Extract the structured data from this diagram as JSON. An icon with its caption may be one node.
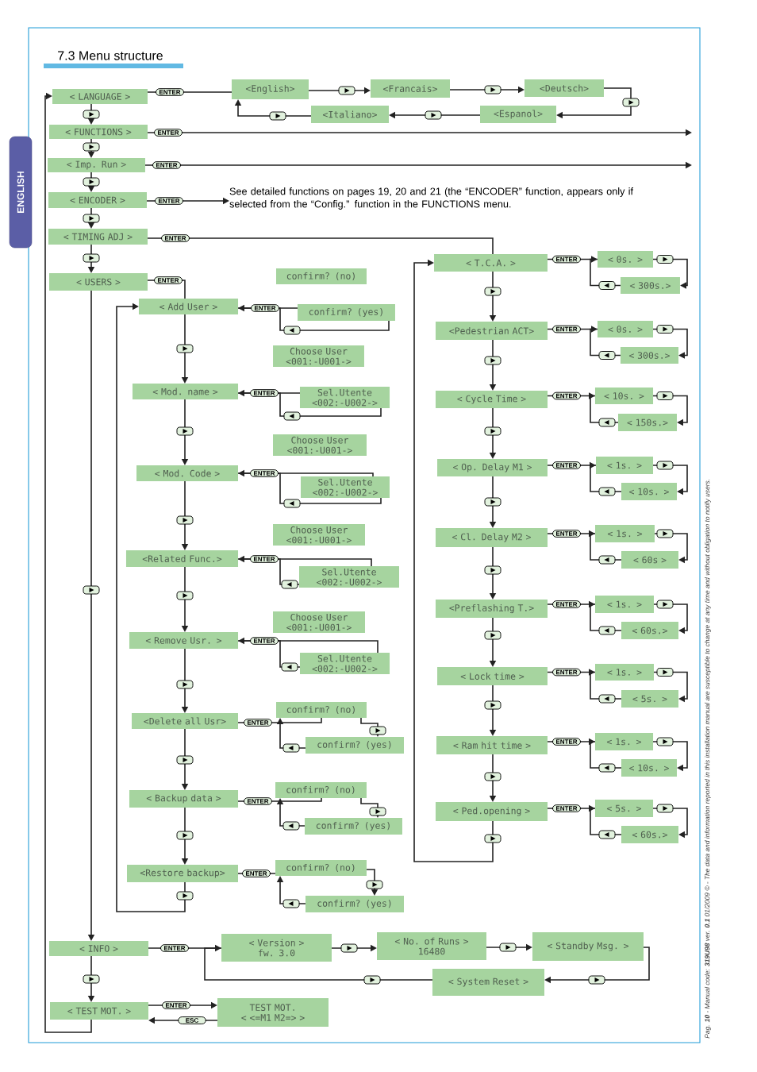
{
  "diagram": {
    "title": "7.3 Menu structure",
    "nodes": [
      {
        "text": [
          "< LANGUAGE >"
        ]
      },
      {
        "text": [
          "< FUNCTIONS >"
        ]
      },
      {
        "text": [
          "< Imp. Run >"
        ]
      },
      {
        "text": [
          "< ENCODER >"
        ]
      },
      {
        "text": [
          "< TIMING ADJ >"
        ]
      },
      {
        "text": [
          "< USERS >"
        ]
      },
      {
        "text": [
          "<English>"
        ]
      },
      {
        "text": [
          "<Francais>"
        ]
      },
      {
        "text": [
          "<Deutsch>"
        ]
      },
      {
        "text": [
          "<Italiano>"
        ]
      },
      {
        "text": [
          "<Espanol>"
        ]
      },
      {
        "text": [
          "See detailed functions on pages 19, 20 and 21 (the “ENCODER” function, appears only if selected from the “Config.” function in the FUNCTIONS menu."
        ]
      },
      {
        "text": [
          "< Add User >"
        ]
      },
      {
        "text": [
          "confirm? (no)"
        ]
      },
      {
        "text": [
          "confirm? (yes)"
        ]
      },
      {
        "text": [
          "Choose User <001:-U001->"
        ]
      },
      {
        "text": [
          "< Mod. name >"
        ]
      },
      {
        "text": [
          "Sel.Utente <002:-U002->"
        ]
      },
      {
        "text": [
          "Choose User <001:-U001->"
        ]
      },
      {
        "text": [
          "< Mod. Code >"
        ]
      },
      {
        "text": [
          "Sel.Utente <002:-U002->"
        ]
      },
      {
        "text": [
          "Choose User <001:-U001->"
        ]
      },
      {
        "text": [
          "<Related Func.>"
        ]
      },
      {
        "text": [
          "Sel.Utente <002:-U002->"
        ]
      },
      {
        "text": [
          "Choose User <001:-U001->"
        ]
      },
      {
        "text": [
          "< Remove Usr. >"
        ]
      },
      {
        "text": [
          "Sel.Utente <002:-U002->"
        ]
      },
      {
        "text": [
          "confirm? (no)"
        ]
      },
      {
        "text": [
          "<Delete all Usr>"
        ]
      },
      {
        "text": [
          "confirm? (yes)"
        ]
      },
      {
        "text": [
          "confirm? (no)"
        ]
      },
      {
        "text": [
          "< Backup data >"
        ]
      },
      {
        "text": [
          "confirm? (yes)"
        ]
      },
      {
        "text": [
          "confirm? (no)"
        ]
      },
      {
        "text": [
          "<Restore backup>"
        ]
      },
      {
        "text": [
          "confirm? (yes)"
        ]
      },
      {
        "text": [
          "< T.C.A. >"
        ]
      },
      {
        "text": [
          "< 0s. >"
        ]
      },
      {
        "text": [
          "< 300s.>"
        ]
      },
      {
        "text": [
          "<Pedestrian ACT>"
        ]
      },
      {
        "text": [
          "< 0s. >"
        ]
      },
      {
        "text": [
          "< 300s.>"
        ]
      },
      {
        "text": [
          "< Cycle Time >"
        ]
      },
      {
        "text": [
          "< 10s. >"
        ]
      },
      {
        "text": [
          "< 150s.>"
        ]
      },
      {
        "text": [
          "< Op. Delay M1 >"
        ]
      },
      {
        "text": [
          "< 1s. >"
        ]
      },
      {
        "text": [
          "< 10s. >"
        ]
      },
      {
        "text": [
          "< Cl. Delay M2 >"
        ]
      },
      {
        "text": [
          "< 1s. >"
        ]
      },
      {
        "text": [
          "< 60s >"
        ]
      },
      {
        "text": [
          "<Preflashing T.>"
        ]
      },
      {
        "text": [
          "< 1s. >"
        ]
      },
      {
        "text": [
          "< 60s.>"
        ]
      },
      {
        "text": [
          "< Lock time >"
        ]
      },
      {
        "text": [
          "< 1s. >"
        ]
      },
      {
        "text": [
          "< 5s. >"
        ]
      },
      {
        "text": [
          "< Ram hit time >"
        ]
      },
      {
        "text": [
          "< 1s. >"
        ]
      },
      {
        "text": [
          "< 10s. >"
        ]
      },
      {
        "text": [
          "< Ped.opening >"
        ]
      },
      {
        "text": [
          "< 5s. >"
        ]
      },
      {
        "text": [
          "< 60s.>"
        ]
      },
      {
        "text": [
          "< INFO >"
        ]
      },
      {
        "text": [
          "< Version >",
          "fw. 3.0"
        ]
      },
      {
        "text": [
          "< No. of Runs >",
          "16480"
        ]
      },
      {
        "text": [
          "< Standby Msg. >"
        ]
      },
      {
        "text": [
          "< System Reset >"
        ]
      },
      {
        "text": [
          "< TEST MOT. >"
        ]
      },
      {
        "text": [
          "TEST MOT.",
          "< <=M1 M2=> >"
        ]
      }
    ],
    "edges": [
      {
        "from": 0,
        "to": 1,
        "arrow": "to"
      },
      {
        "from": 1,
        "to": 2,
        "arrow": "to"
      },
      {
        "from": 2,
        "to": 3,
        "arrow": "to"
      },
      {
        "from": 3,
        "to": 4,
        "arrow": "to"
      },
      {
        "from": 4,
        "to": 5,
        "arrow": "to"
      },
      {
        "from": 5,
        "to": 63,
        "arrow": "to"
      },
      {
        "from": 63,
        "to": 68,
        "arrow": "to"
      },
      {
        "from": 68,
        "to": 0,
        "arrow": "to"
      },
      {
        "from": 0,
        "to": 6,
        "arrow": "none",
        "label": "ENTER"
      },
      {
        "from": 6,
        "to": 7,
        "arrow": "to"
      },
      {
        "from": 7,
        "to": 8,
        "arrow": "to"
      },
      {
        "from": 8,
        "to": 10,
        "arrow": "to"
      },
      {
        "from": 10,
        "to": 9,
        "arrow": "to"
      },
      {
        "from": 9,
        "to": 6,
        "arrow": "to"
      },
      {
        "from": 1,
        "to": null,
        "arrow": "to",
        "label": "ENTER"
      },
      {
        "from": 2,
        "to": null,
        "arrow": "to",
        "label": "ENTER"
      },
      {
        "from": 3,
        "to": 11,
        "arrow": "to",
        "label": "ENTER"
      },
      {
        "from": 4,
        "to": 36,
        "arrow": "none",
        "label": "ENTER"
      },
      {
        "from": 5,
        "to": 12,
        "arrow": "none",
        "label": "ENTER"
      },
      {
        "from": 12,
        "to": 16,
        "arrow": "to"
      },
      {
        "from": 16,
        "to": 19,
        "arrow": "to"
      },
      {
        "from": 19,
        "to": 22,
        "arrow": "to"
      },
      {
        "from": 22,
        "to": 25,
        "arrow": "to"
      },
      {
        "from": 25,
        "to": 28,
        "arrow": "to"
      },
      {
        "from": 28,
        "to": 31,
        "arrow": "to"
      },
      {
        "from": 31,
        "to": 34,
        "arrow": "to"
      },
      {
        "from": 34,
        "to": 12,
        "arrow": "to"
      },
      {
        "from": 12,
        "to": 14,
        "arrow": "none",
        "label": "ENTER"
      },
      {
        "from": 14,
        "to": 12,
        "arrow": "to"
      },
      {
        "from": 16,
        "to": 17,
        "arrow": "none",
        "label": "ENTER"
      },
      {
        "from": 17,
        "to": 16,
        "arrow": "to"
      },
      {
        "from": 19,
        "to": 20,
        "arrow": "none",
        "label": "ENTER"
      },
      {
        "from": 20,
        "to": 19,
        "arrow": "to"
      },
      {
        "from": 22,
        "to": 23,
        "arrow": "none",
        "label": "ENTER"
      },
      {
        "from": 23,
        "to": 22,
        "arrow": "to"
      },
      {
        "from": 25,
        "to": 26,
        "arrow": "none",
        "label": "ENTER"
      },
      {
        "from": 26,
        "to": 25,
        "arrow": "to"
      },
      {
        "from": 28,
        "to": 27,
        "arrow": "none",
        "label": "ENTER"
      },
      {
        "from": 27,
        "to": 29,
        "arrow": "to"
      },
      {
        "from": 29,
        "to": 27,
        "arrow": "to"
      },
      {
        "from": 31,
        "to": 30,
        "arrow": "none",
        "label": "ENTER"
      },
      {
        "from": 30,
        "to": 32,
        "arrow": "to"
      },
      {
        "from": 32,
        "to": 30,
        "arrow": "to"
      },
      {
        "from": 34,
        "to": 33,
        "arrow": "none",
        "label": "ENTER"
      },
      {
        "from": 33,
        "to": 35,
        "arrow": "to"
      },
      {
        "from": 35,
        "to": 33,
        "arrow": "to"
      },
      {
        "from": 36,
        "to": 39,
        "arrow": "to"
      },
      {
        "from": 39,
        "to": 42,
        "arrow": "to"
      },
      {
        "from": 42,
        "to": 45,
        "arrow": "to"
      },
      {
        "from": 45,
        "to": 48,
        "arrow": "to"
      },
      {
        "from": 48,
        "to": 51,
        "arrow": "to"
      },
      {
        "from": 51,
        "to": 54,
        "arrow": "to"
      },
      {
        "from": 54,
        "to": 57,
        "arrow": "to"
      },
      {
        "from": 57,
        "to": 60,
        "arrow": "to"
      },
      {
        "from": 60,
        "to": 36,
        "arrow": "to"
      },
      {
        "from": 36,
        "to": 37,
        "arrow": "none",
        "label": "ENTER"
      },
      {
        "from": 37,
        "to": 38,
        "arrow": "to"
      },
      {
        "from": 38,
        "to": 37,
        "arrow": "to"
      },
      {
        "from": 39,
        "to": 40,
        "arrow": "none",
        "label": "ENTER"
      },
      {
        "from": 40,
        "to": 41,
        "arrow": "to"
      },
      {
        "from": 41,
        "to": 40,
        "arrow": "to"
      },
      {
        "from": 42,
        "to": 43,
        "arrow": "none",
        "label": "ENTER"
      },
      {
        "from": 43,
        "to": 44,
        "arrow": "to"
      },
      {
        "from": 44,
        "to": 43,
        "arrow": "to"
      },
      {
        "from": 45,
        "to": 46,
        "arrow": "none",
        "label": "ENTER"
      },
      {
        "from": 46,
        "to": 47,
        "arrow": "to"
      },
      {
        "from": 47,
        "to": 46,
        "arrow": "to"
      },
      {
        "from": 48,
        "to": 49,
        "arrow": "none",
        "label": "ENTER"
      },
      {
        "from": 49,
        "to": 50,
        "arrow": "to"
      },
      {
        "from": 50,
        "to": 49,
        "arrow": "to"
      },
      {
        "from": 51,
        "to": 52,
        "arrow": "none",
        "label": "ENTER"
      },
      {
        "from": 52,
        "to": 53,
        "arrow": "to"
      },
      {
        "from": 53,
        "to": 52,
        "arrow": "to"
      },
      {
        "from": 54,
        "to": 55,
        "arrow": "none",
        "label": "ENTER"
      },
      {
        "from": 55,
        "to": 56,
        "arrow": "to"
      },
      {
        "from": 56,
        "to": 55,
        "arrow": "to"
      },
      {
        "from": 57,
        "to": 58,
        "arrow": "none",
        "label": "ENTER"
      },
      {
        "from": 58,
        "to": 59,
        "arrow": "to"
      },
      {
        "from": 59,
        "to": 58,
        "arrow": "to"
      },
      {
        "from": 60,
        "to": 61,
        "arrow": "none",
        "label": "ENTER"
      },
      {
        "from": 61,
        "to": 62,
        "arrow": "to"
      },
      {
        "from": 62,
        "to": 61,
        "arrow": "to"
      },
      {
        "from": 63,
        "to": 64,
        "arrow": "none",
        "label": "ENTER"
      },
      {
        "from": 64,
        "to": 65,
        "arrow": "to"
      },
      {
        "from": 65,
        "to": 66,
        "arrow": "to"
      },
      {
        "from": 66,
        "to": 67,
        "arrow": "to"
      },
      {
        "from": 67,
        "to": 64,
        "arrow": "to"
      },
      {
        "from": 68,
        "to": 69,
        "arrow": "to",
        "label": "ENTER"
      },
      {
        "from": 69,
        "to": 68,
        "arrow": "to",
        "label": "ESC"
      }
    ],
    "labels": [
      "ENGLISH",
      "Pag. **10** - Manual code: **319U98** ver. **0.1** 01/2009 © - The data and information reported in this installation manual are susceptible to change at any time and without obligation to notify users."
    ]
  }
}
